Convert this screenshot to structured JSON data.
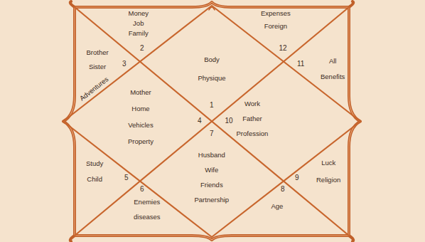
{
  "diagram": {
    "nodes": [
      {
        "text": [
          "Money Job Family",
          "2"
        ]
      },
      {
        "text": [
          "Body Physique",
          "1"
        ]
      },
      {
        "text": [
          "Expenses Foreign",
          "12"
        ]
      },
      {
        "text": [
          "Brother Sister",
          "Adventures",
          "3"
        ]
      },
      {
        "text": [
          "All Benefits",
          "11"
        ]
      },
      {
        "text": [
          "Mother Home Vehicles Property",
          "4"
        ]
      },
      {
        "text": [
          "Work Father Profession",
          "10"
        ]
      },
      {
        "text": [
          "Husband Wife Friends Partnership",
          "7"
        ]
      },
      {
        "text": [
          "Study Child",
          "5"
        ]
      },
      {
        "text": [
          "Luck Religion",
          "9"
        ]
      },
      {
        "text": [
          "Enemies diseases",
          "6"
        ]
      },
      {
        "text": [
          "Age",
          "8"
        ]
      }
    ]
  }
}
